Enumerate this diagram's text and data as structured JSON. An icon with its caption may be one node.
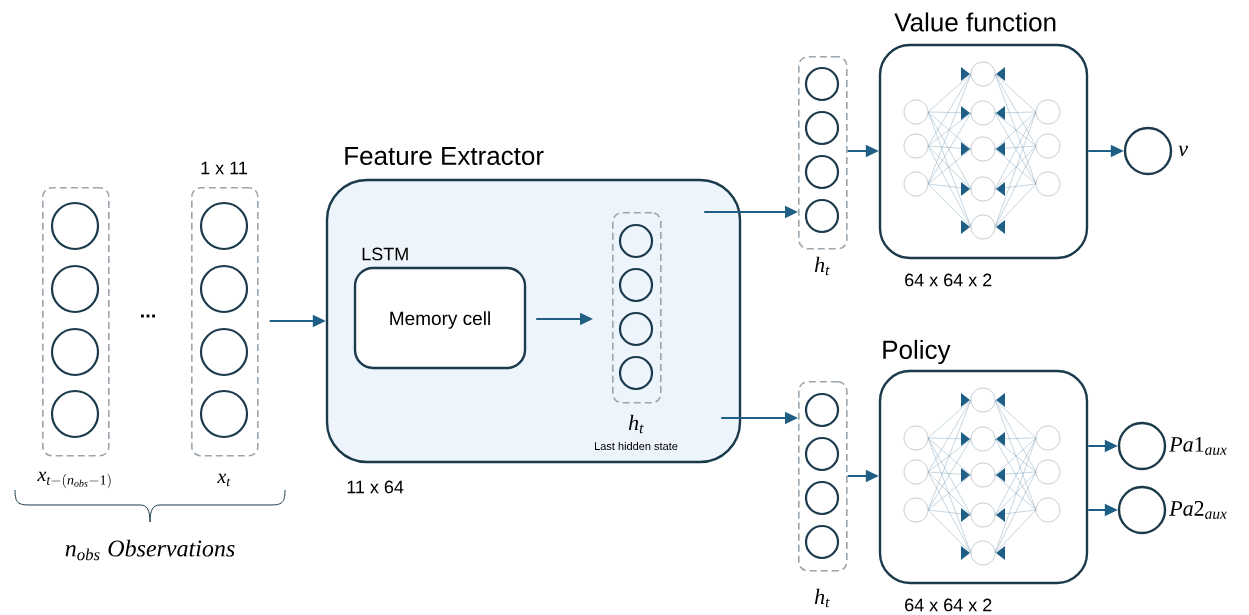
{
  "diagram": {
    "nodes": [
      {
        "text": [
          "x_{t-(n_{obs}-1)}"
        ]
      },
      {
        "text": [
          "1 x 11",
          "x_t"
        ]
      },
      {
        "text": [
          "Feature Extractor",
          "11 x 64"
        ]
      },
      {
        "text": [
          "LSTM",
          "Memory cell"
        ],
        "in": 2
      },
      {
        "text": [
          "h_t",
          "Last hidden state"
        ],
        "in": 2
      },
      {
        "text": [
          "h_t"
        ]
      },
      {
        "text": [
          "Value function",
          "64 x 64 x 2"
        ]
      },
      {
        "text": [
          "v"
        ]
      },
      {
        "text": [
          "h_t"
        ]
      },
      {
        "text": [
          "Policy",
          "64 x 64 x 2"
        ]
      },
      {
        "text": [
          "Pa1_{aux}"
        ]
      },
      {
        "text": [
          "Pa2_{aux}"
        ]
      }
    ],
    "edges": [
      {
        "from": 1,
        "to": 2,
        "arrow": "to"
      },
      {
        "from": 3,
        "to": 4,
        "arrow": "to"
      },
      {
        "from": 2,
        "to": 5,
        "arrow": "to"
      },
      {
        "from": 2,
        "to": 8,
        "arrow": "to"
      },
      {
        "from": 5,
        "to": 6,
        "arrow": "to"
      },
      {
        "from": 6,
        "to": 7,
        "arrow": "to"
      },
      {
        "from": 8,
        "to": 9,
        "arrow": "to"
      },
      {
        "from": 9,
        "to": 10,
        "arrow": "to"
      },
      {
        "from": 9,
        "to": 11,
        "arrow": "to"
      }
    ],
    "labels": [
      "...",
      "n_{obs}\\ Observations"
    ]
  }
}
